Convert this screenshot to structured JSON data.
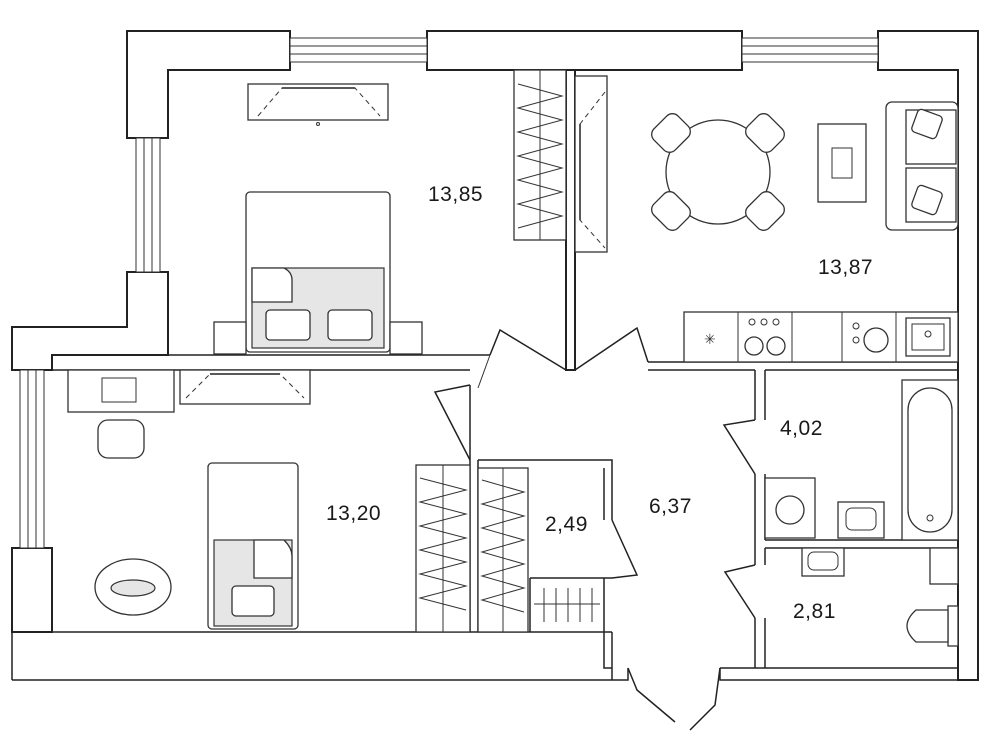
{
  "rooms": [
    {
      "key": "bedroom_1",
      "area": "13,85"
    },
    {
      "key": "kitchen_living",
      "area": "13,87"
    },
    {
      "key": "bedroom_2",
      "area": "13,20"
    },
    {
      "key": "storage",
      "area": "2,49"
    },
    {
      "key": "hallway",
      "area": "6,37"
    },
    {
      "key": "bathroom",
      "area": "4,02"
    },
    {
      "key": "toilet",
      "area": "2,81"
    }
  ]
}
